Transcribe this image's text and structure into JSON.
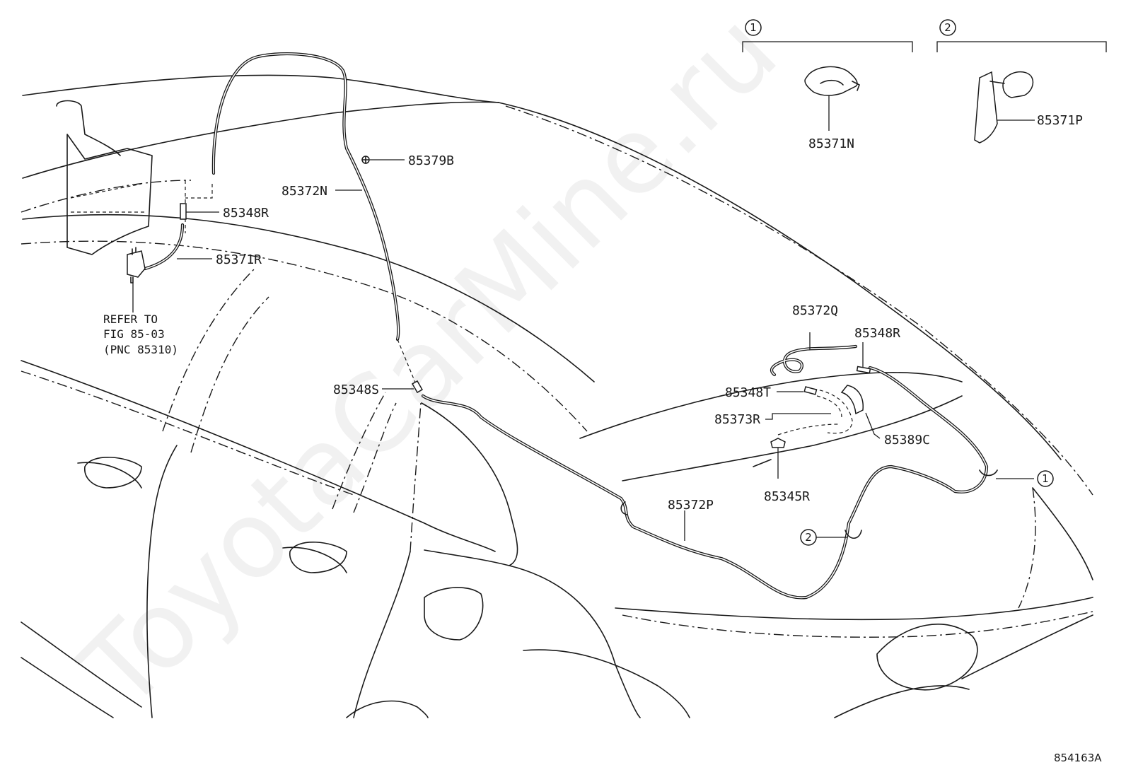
{
  "diagram": {
    "watermark": "ToyotaCarMine.ru",
    "figure_id": "854163A",
    "reference_note": [
      "REFER TO",
      "FIG 85-03",
      "(PNC 85310)"
    ],
    "variants": [
      {
        "number": "1",
        "part": "85371N"
      },
      {
        "number": "2",
        "part": "85371P"
      }
    ],
    "parts": {
      "p85379B": "85379B",
      "p85372N": "85372N",
      "p85348R_front": "85348R",
      "p85371R": "85371R",
      "p85348S": "85348S",
      "p85372Q": "85372Q",
      "p85348R_rear": "85348R",
      "p85348T": "85348T",
      "p85373R": "85373R",
      "p85389C": "85389C",
      "p85345R": "85345R",
      "p85372P": "85372P"
    },
    "callouts": {
      "c1": "1",
      "c2": "2"
    }
  }
}
